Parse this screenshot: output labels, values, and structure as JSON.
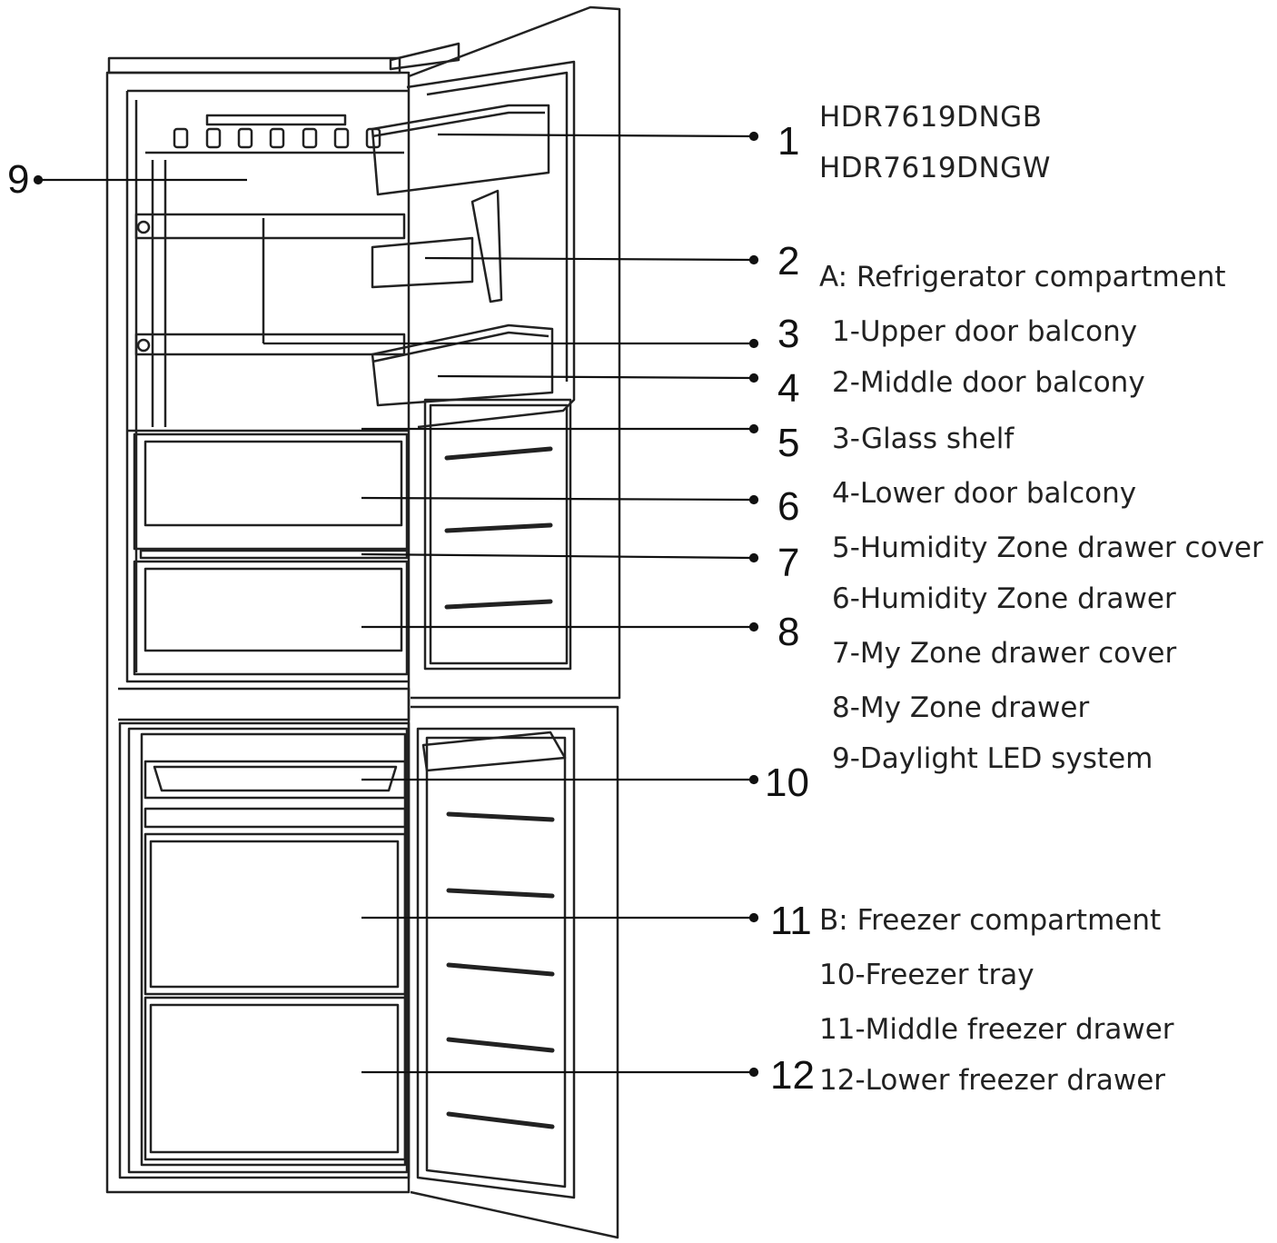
{
  "models": [
    "HDR7619DNGB",
    "HDR7619DNGW"
  ],
  "callouts": [
    "1",
    "2",
    "3",
    "4",
    "5",
    "6",
    "7",
    "8",
    "9",
    "10",
    "11",
    "12"
  ],
  "section_a": {
    "heading": "A: Refrigerator compartment",
    "items": [
      "1-Upper door balcony",
      "2-Middle door balcony",
      "3-Glass shelf",
      "4-Lower door balcony",
      "5-Humidity Zone drawer cover",
      "6-Humidity Zone drawer",
      "7-My Zone drawer cover",
      "8-My Zone drawer",
      "9-Daylight LED system"
    ]
  },
  "section_b": {
    "heading": "B: Freezer compartment",
    "items": [
      "10-Freezer tray",
      "11-Middle freezer drawer",
      "12-Lower freezer  drawer"
    ]
  },
  "colors": {
    "line": "#111111",
    "background": "#ffffff"
  }
}
